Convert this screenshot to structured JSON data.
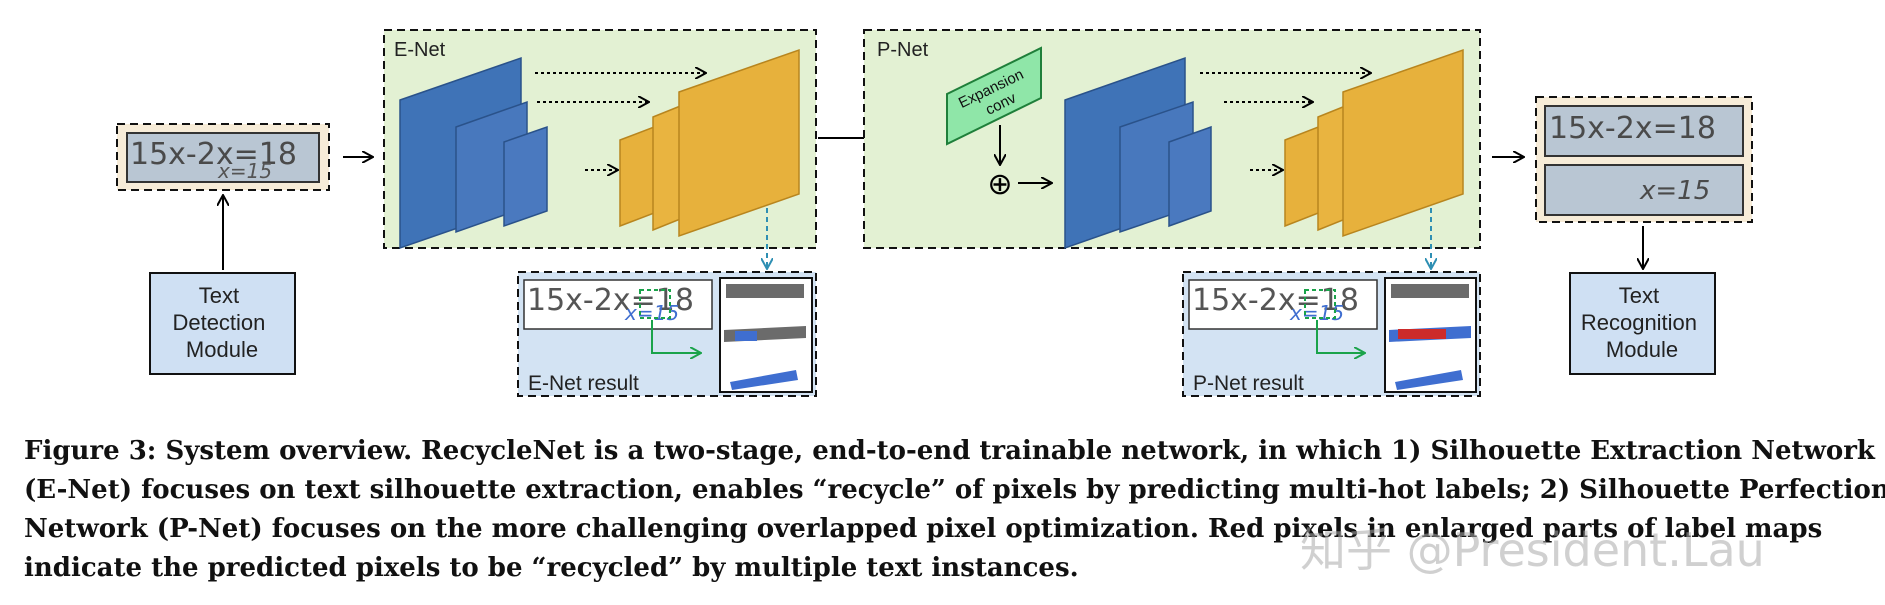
{
  "modules": {
    "text_detection": "Text\nDetection\nModule",
    "text_recognition": "Text\nRecognition\nModule"
  },
  "enet": {
    "title": "E-Net",
    "result_label": "E-Net result"
  },
  "pnet": {
    "title": "P-Net",
    "result_label": "P-Net result",
    "expansion_conv": "Expansion\nconv",
    "sum_symbol": "⊕"
  },
  "samples": {
    "equation": "15x-2x=18",
    "annotation": "x=15",
    "line1": "15x-2x=18",
    "line2": "x=15"
  },
  "caption": {
    "line1": "Figure 3: System overview. RecycleNet is a two-stage, end-to-end trainable network, in which 1) Silhouette Extraction Network",
    "line2": "(E-Net) focuses on text silhouette extraction, enables “recycle” of pixels by predicting multi-hot labels; 2) Silhouette Perfection",
    "line3": "Network (P-Net) focuses on the more challenging overlapped pixel optimization. Red pixels in enlarged parts of label maps",
    "line4": "indicate the predicted pixels to be “recycled” by multiple text instances."
  },
  "watermark": "知乎 @President.Lau",
  "colors": {
    "green_panel": "#e3f1d3",
    "blue_panel": "#d3e3f3",
    "beige_panel": "#f7ecd8",
    "blue_map": "#3f73b7",
    "orange_map": "#e7b13c",
    "expansion_box": "#8fe6a8",
    "red_pixels": "#cc2b2b"
  }
}
